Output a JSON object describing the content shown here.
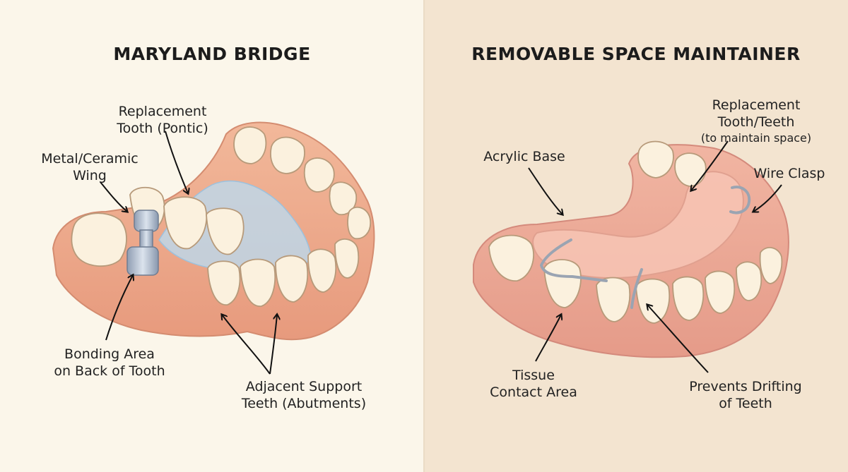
{
  "left": {
    "title": "MARYLAND BRIDGE",
    "labels": {
      "pontic": [
        "Replacement",
        "Tooth (Pontic)"
      ],
      "wing": [
        "Metal/Ceramic",
        "Wing"
      ],
      "bonding": [
        "Bonding Area",
        "on Back of Tooth"
      ],
      "abutments": [
        "Adjacent Support",
        "Teeth (Abutments)"
      ]
    }
  },
  "right": {
    "title": "REMOVABLE SPACE MAINTAINER",
    "labels": {
      "replacement": [
        "Replacement",
        "Tooth/Teeth"
      ],
      "replacement_note": "(to maintain space)",
      "acrylic": "Acrylic Base",
      "clasp": "Wire Clasp",
      "tissue": [
        "Tissue",
        "Contact Area"
      ],
      "drifting": [
        "Prevents Drifting",
        "of Teeth"
      ]
    }
  },
  "colors": {
    "left_bg": "#fbf6ea",
    "right_bg": "#f3e4d0",
    "gum": "#eea98a",
    "tooth": "#fbf1de",
    "bonding_highlight": "#bcd9ee",
    "metal": "#aab7c8",
    "acrylic": "#f3b7a6",
    "wire": "#9aa4b2"
  }
}
